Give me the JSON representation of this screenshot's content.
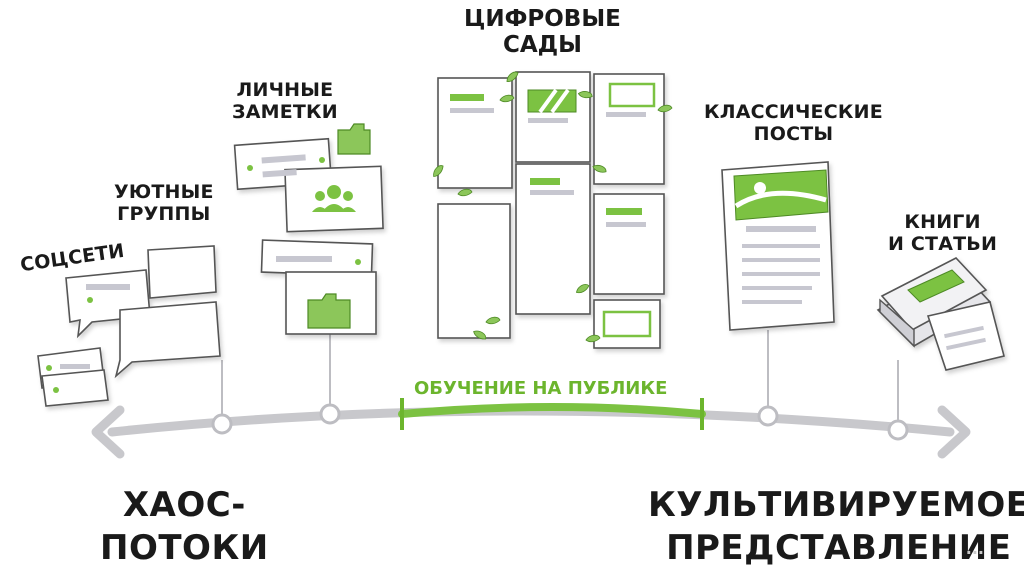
{
  "colors": {
    "accent": "#7cc242",
    "accent_dark": "#5a9e2a",
    "line": "#c8c8cc",
    "node": "#d7d7dc",
    "ink": "#1a1a1a"
  },
  "labels": {
    "social": "СОЦСЕТИ",
    "groups": [
      "УЮТНЫЕ",
      "ГРУППЫ"
    ],
    "notes": [
      "ЛИЧНЫЕ",
      "ЗАМЕТКИ"
    ],
    "gardens": [
      "ЦИФРОВЫЕ",
      "САДЫ"
    ],
    "posts": [
      "КЛАССИЧЕСКИЕ",
      "ПОСТЫ"
    ],
    "books": [
      "КНИГИ",
      "И СТАТЬИ"
    ],
    "learning": "ОБУЧЕНИЕ НА ПУБЛИКЕ",
    "left_end": [
      "ХАОС-",
      "ПОТОКИ"
    ],
    "right_end": [
      "КУЛЬТИВИРУЕМОЕ",
      "ПРЕДСТАВЛЕНИЕ"
    ]
  },
  "icons": [
    "folder-icon",
    "people-icon",
    "leaf-icon",
    "book-icon",
    "arrow-left-icon",
    "arrow-right-icon"
  ],
  "watermark": "..."
}
